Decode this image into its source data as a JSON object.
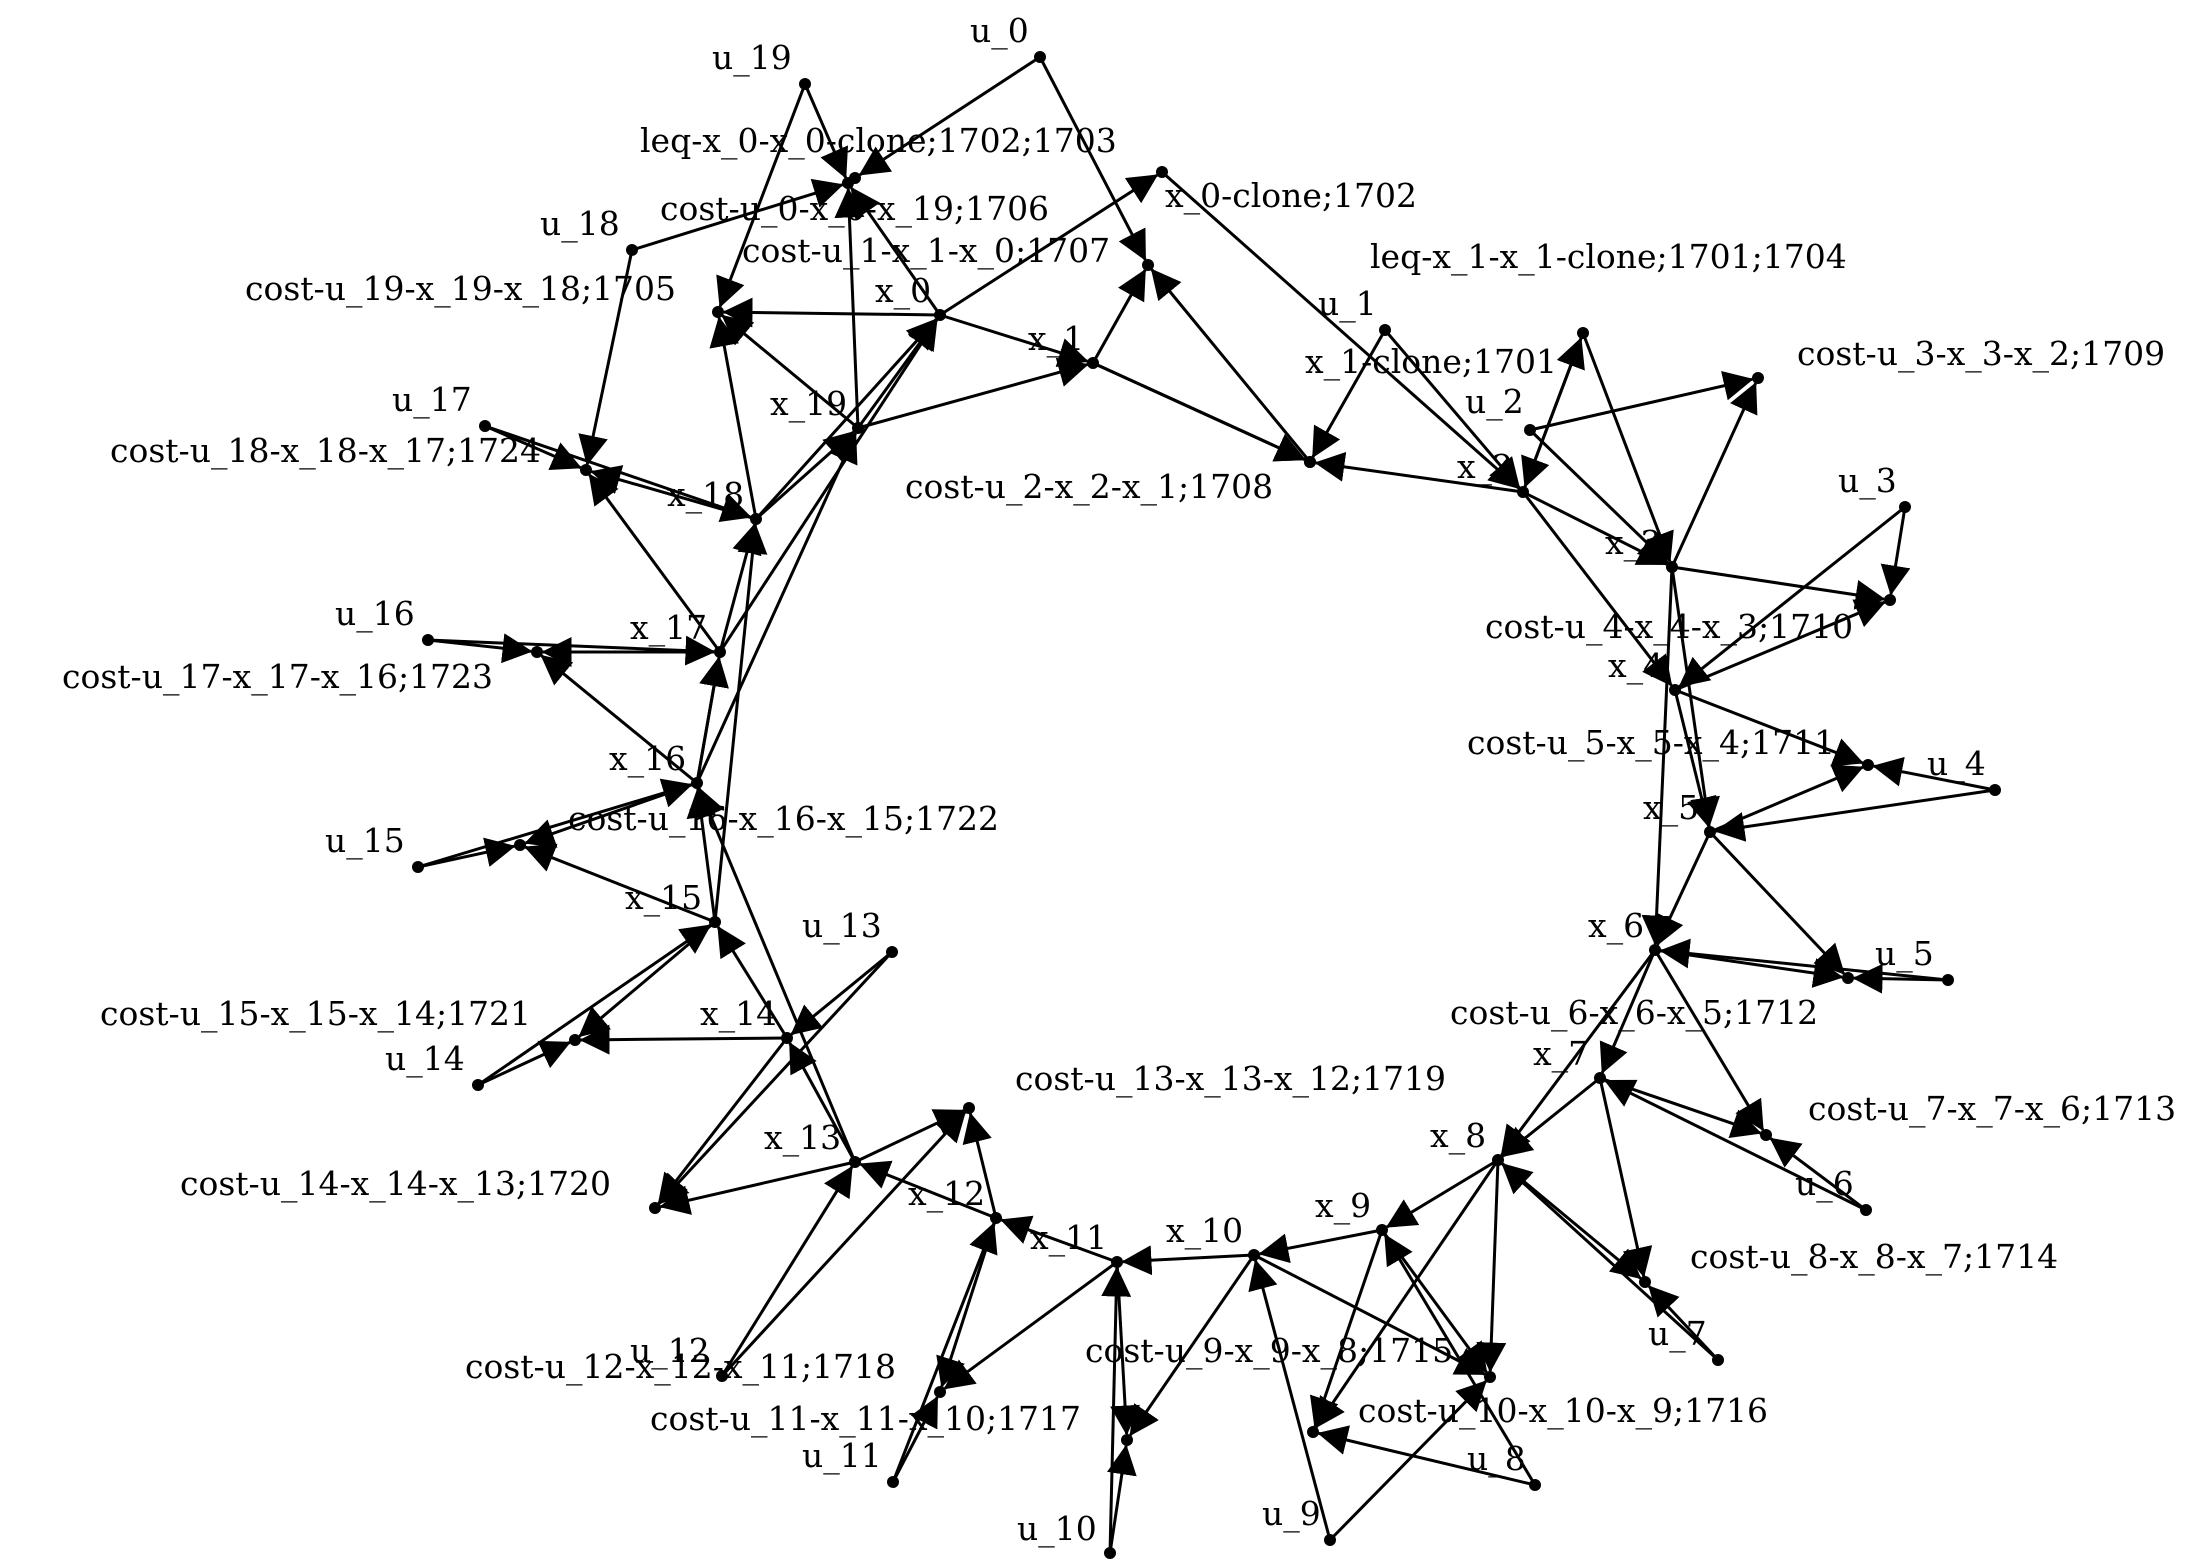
{
  "graph": {
    "nodes": [
      {
        "id": "u_0",
        "label": "u_0"
      },
      {
        "id": "u_1",
        "label": "u_1"
      },
      {
        "id": "u_2",
        "label": "u_2"
      },
      {
        "id": "u_3",
        "label": "u_3"
      },
      {
        "id": "u_4",
        "label": "u_4"
      },
      {
        "id": "u_5",
        "label": "u_5"
      },
      {
        "id": "u_6",
        "label": "u_6"
      },
      {
        "id": "u_7",
        "label": "u_7"
      },
      {
        "id": "u_8",
        "label": "u_8"
      },
      {
        "id": "u_9",
        "label": "u_9"
      },
      {
        "id": "u_10",
        "label": "u_10"
      },
      {
        "id": "u_11",
        "label": "u_11"
      },
      {
        "id": "u_12",
        "label": "u_12"
      },
      {
        "id": "u_13",
        "label": "u_13"
      },
      {
        "id": "u_14",
        "label": "u_14"
      },
      {
        "id": "u_15",
        "label": "u_15"
      },
      {
        "id": "u_16",
        "label": "u_16"
      },
      {
        "id": "u_17",
        "label": "u_17"
      },
      {
        "id": "u_18",
        "label": "u_18"
      },
      {
        "id": "u_19",
        "label": "u_19"
      },
      {
        "id": "x_0",
        "label": "x_0"
      },
      {
        "id": "x_1",
        "label": "x_1"
      },
      {
        "id": "x_2",
        "label": "x_2"
      },
      {
        "id": "x_3",
        "label": "x_3"
      },
      {
        "id": "x_4",
        "label": "x_4"
      },
      {
        "id": "x_5",
        "label": "x_5"
      },
      {
        "id": "x_6",
        "label": "x_6"
      },
      {
        "id": "x_7",
        "label": "x_7"
      },
      {
        "id": "x_8",
        "label": "x_8"
      },
      {
        "id": "x_9",
        "label": "x_9"
      },
      {
        "id": "x_10",
        "label": "x_10"
      },
      {
        "id": "x_11",
        "label": "x_11"
      },
      {
        "id": "x_12",
        "label": "x_12"
      },
      {
        "id": "x_13",
        "label": "x_13"
      },
      {
        "id": "x_14",
        "label": "x_14"
      },
      {
        "id": "x_15",
        "label": "x_15"
      },
      {
        "id": "x_16",
        "label": "x_16"
      },
      {
        "id": "x_17",
        "label": "x_17"
      },
      {
        "id": "x_18",
        "label": "x_18"
      },
      {
        "id": "x_19",
        "label": "x_19"
      },
      {
        "id": "x_0c",
        "label": "x_0-clone;1702"
      },
      {
        "id": "x_1c",
        "label": "x_1-clone;1701"
      },
      {
        "id": "leq0",
        "label": "leq-x_0-x_0-clone;1702;1703"
      },
      {
        "id": "leq1",
        "label": "leq-x_1-x_1-clone;1701;1704"
      },
      {
        "id": "c0",
        "label": "cost-u_0-x_0-x_19;1706"
      },
      {
        "id": "c1",
        "label": "cost-u_1-x_1-x_0;1707"
      },
      {
        "id": "c2",
        "label": "cost-u_2-x_2-x_1;1708"
      },
      {
        "id": "c3",
        "label": "cost-u_3-x_3-x_2;1709"
      },
      {
        "id": "c4",
        "label": "cost-u_4-x_4-x_3;1710"
      },
      {
        "id": "c5",
        "label": "cost-u_5-x_5-x_4;1711"
      },
      {
        "id": "c6",
        "label": "cost-u_6-x_6-x_5;1712"
      },
      {
        "id": "c7",
        "label": "cost-u_7-x_7-x_6;1713"
      },
      {
        "id": "c8",
        "label": "cost-u_8-x_8-x_7;1714"
      },
      {
        "id": "c9",
        "label": "cost-u_9-x_9-x_8;1715"
      },
      {
        "id": "c10",
        "label": "cost-u_10-x_10-x_9;1716"
      },
      {
        "id": "c11",
        "label": "cost-u_11-x_11-x_10;1717"
      },
      {
        "id": "c12",
        "label": "cost-u_12-x_12-x_11;1718"
      },
      {
        "id": "c13",
        "label": "cost-u_13-x_13-x_12;1719"
      },
      {
        "id": "c14",
        "label": "cost-u_14-x_14-x_13;1720"
      },
      {
        "id": "c15",
        "label": "cost-u_15-x_15-x_14;1721"
      },
      {
        "id": "c16",
        "label": "cost-u_16-x_16-x_15;1722"
      },
      {
        "id": "c17",
        "label": "cost-u_17-x_17-x_16;1723"
      },
      {
        "id": "c18",
        "label": "cost-u_18-x_18-x_17;1724"
      },
      {
        "id": "c19",
        "label": "cost-u_19-x_19-x_18;1705"
      }
    ],
    "edges": [
      [
        "u_0",
        "leq0"
      ],
      [
        "u_0",
        "c1"
      ],
      [
        "u_19",
        "c19"
      ],
      [
        "u_19",
        "c0"
      ],
      [
        "u_18",
        "c18"
      ],
      [
        "u_18",
        "c0"
      ],
      [
        "u_1",
        "c2"
      ],
      [
        "u_1",
        "x_2"
      ],
      [
        "u_2",
        "c3"
      ],
      [
        "u_2",
        "x_3"
      ],
      [
        "u_3",
        "c4"
      ],
      [
        "u_3",
        "x_4"
      ],
      [
        "u_4",
        "c5"
      ],
      [
        "u_4",
        "x_5"
      ],
      [
        "u_5",
        "c6"
      ],
      [
        "u_5",
        "x_6"
      ],
      [
        "u_6",
        "c7"
      ],
      [
        "u_6",
        "x_7"
      ],
      [
        "u_7",
        "c8"
      ],
      [
        "u_7",
        "x_8"
      ],
      [
        "u_8",
        "c9"
      ],
      [
        "u_8",
        "x_9"
      ],
      [
        "u_9",
        "c10"
      ],
      [
        "u_9",
        "x_10"
      ],
      [
        "u_10",
        "c11"
      ],
      [
        "u_10",
        "x_11"
      ],
      [
        "u_11",
        "c12"
      ],
      [
        "u_11",
        "x_12"
      ],
      [
        "u_12",
        "c13"
      ],
      [
        "u_12",
        "x_13"
      ],
      [
        "u_13",
        "c14"
      ],
      [
        "u_13",
        "x_14"
      ],
      [
        "u_14",
        "c15"
      ],
      [
        "u_14",
        "x_15"
      ],
      [
        "u_15",
        "c16"
      ],
      [
        "u_15",
        "x_16"
      ],
      [
        "u_16",
        "c17"
      ],
      [
        "u_16",
        "x_17"
      ],
      [
        "u_17",
        "c18"
      ],
      [
        "u_17",
        "x_18"
      ],
      [
        "x_0",
        "x_0c"
      ],
      [
        "x_0",
        "x_1"
      ],
      [
        "x_0",
        "c0"
      ],
      [
        "x_0",
        "c19"
      ],
      [
        "x_1",
        "x_1c"
      ],
      [
        "x_1",
        "c1"
      ],
      [
        "x_1",
        "c2"
      ],
      [
        "x_1c",
        "c1"
      ],
      [
        "x_0c",
        "x_2"
      ],
      [
        "leq1",
        "x_3"
      ],
      [
        "leq1",
        "x_2"
      ],
      [
        "x_2",
        "leq1"
      ],
      [
        "x_2",
        "c2"
      ],
      [
        "x_2",
        "x_3"
      ],
      [
        "x_2",
        "x_4"
      ],
      [
        "x_3",
        "c3"
      ],
      [
        "x_3",
        "c4"
      ],
      [
        "x_3",
        "x_5"
      ],
      [
        "x_3",
        "x_6"
      ],
      [
        "x_4",
        "c4"
      ],
      [
        "x_4",
        "c5"
      ],
      [
        "x_4",
        "x_5"
      ],
      [
        "x_5",
        "c5"
      ],
      [
        "x_5",
        "c6"
      ],
      [
        "x_5",
        "x_6"
      ],
      [
        "x_6",
        "c6"
      ],
      [
        "x_6",
        "c7"
      ],
      [
        "x_6",
        "x_7"
      ],
      [
        "x_6",
        "x_8"
      ],
      [
        "x_7",
        "c7"
      ],
      [
        "x_7",
        "c8"
      ],
      [
        "x_7",
        "x_8"
      ],
      [
        "x_8",
        "c8"
      ],
      [
        "x_8",
        "c9"
      ],
      [
        "x_8",
        "x_9"
      ],
      [
        "x_8",
        "c10"
      ],
      [
        "x_9",
        "c9"
      ],
      [
        "x_9",
        "c10"
      ],
      [
        "x_9",
        "x_10"
      ],
      [
        "x_10",
        "c10"
      ],
      [
        "x_10",
        "c11"
      ],
      [
        "x_10",
        "x_11"
      ],
      [
        "x_11",
        "c11"
      ],
      [
        "x_11",
        "c12"
      ],
      [
        "x_11",
        "x_12"
      ],
      [
        "x_12",
        "c12"
      ],
      [
        "x_12",
        "c13"
      ],
      [
        "x_12",
        "x_13"
      ],
      [
        "x_13",
        "c13"
      ],
      [
        "x_13",
        "c14"
      ],
      [
        "x_13",
        "x_14"
      ],
      [
        "x_14",
        "c14"
      ],
      [
        "x_14",
        "c15"
      ],
      [
        "x_14",
        "x_15"
      ],
      [
        "x_15",
        "c15"
      ],
      [
        "x_15",
        "c16"
      ],
      [
        "x_15",
        "x_16"
      ],
      [
        "x_16",
        "c16"
      ],
      [
        "x_16",
        "c17"
      ],
      [
        "x_16",
        "x_17"
      ],
      [
        "x_17",
        "c17"
      ],
      [
        "x_17",
        "c18"
      ],
      [
        "x_17",
        "x_18"
      ],
      [
        "x_18",
        "c18"
      ],
      [
        "x_18",
        "c19"
      ],
      [
        "x_18",
        "x_19"
      ],
      [
        "x_18",
        "x_0"
      ],
      [
        "x_19",
        "c19"
      ],
      [
        "x_19",
        "c0"
      ],
      [
        "x_19",
        "x_0"
      ],
      [
        "x_19",
        "x_1"
      ],
      [
        "x_17",
        "x_0"
      ],
      [
        "x_16",
        "x_19"
      ],
      [
        "x_15",
        "x_18"
      ],
      [
        "x_16",
        "x_17"
      ],
      [
        "x_13",
        "x_16"
      ]
    ]
  }
}
